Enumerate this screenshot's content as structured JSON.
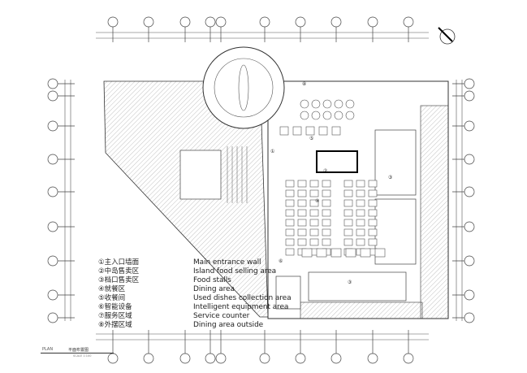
{
  "drawing": {
    "title": "平面布置图",
    "plan_label": "PLAN",
    "scale": "SCALE 1:100"
  },
  "legend": [
    {
      "num": "①",
      "cn": "①主入口墙面",
      "en": "Main entrance wall"
    },
    {
      "num": "②",
      "cn": "②中岛售卖区",
      "en": "Island food selling area"
    },
    {
      "num": "③",
      "cn": "③档口售卖区",
      "en": "Food stalls"
    },
    {
      "num": "④",
      "cn": "④就餐区",
      "en": "Dining area"
    },
    {
      "num": "⑤",
      "cn": "⑤收餐间",
      "en": "Used dishes collection area"
    },
    {
      "num": "⑥",
      "cn": "⑥智能设备",
      "en": "Intelligent equipment area"
    },
    {
      "num": "⑦",
      "cn": "⑦服务区域",
      "en": "Service counter"
    },
    {
      "num": "⑧",
      "cn": "⑧外摆区域",
      "en": "Dining area outside"
    }
  ],
  "plan_markers": {
    "m1": "①",
    "m2": "②",
    "m3a": "③",
    "m3b": "③",
    "m4": "④",
    "m5": "⑤",
    "m6": "⑥",
    "m8": "⑧"
  },
  "colors": {
    "line": "#333333",
    "hatch": "#9a9a9a"
  }
}
